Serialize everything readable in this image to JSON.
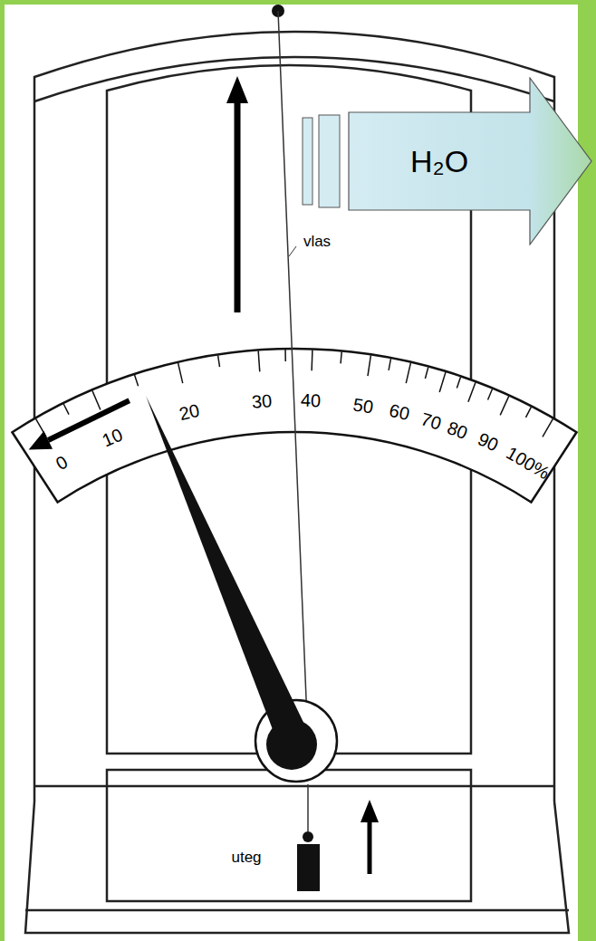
{
  "diagram": {
    "nodes": [
      {
        "text": [
          "H₂O"
        ]
      }
    ],
    "labels": [
      "vlas",
      "uteg",
      "0",
      "10",
      "20",
      "30",
      "40",
      "50",
      "60",
      "70",
      "80",
      "90",
      "100%"
    ]
  }
}
